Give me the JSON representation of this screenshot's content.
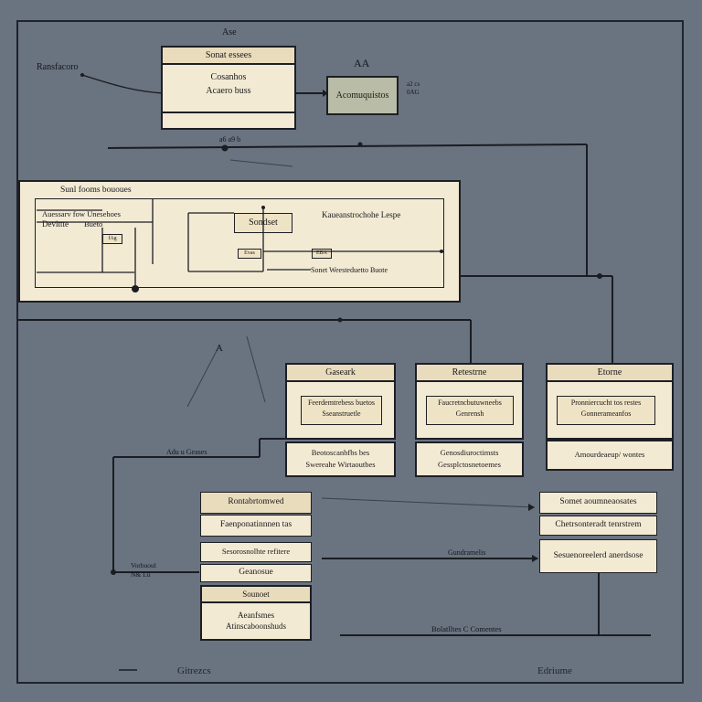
{
  "colors": {
    "background": "#6a7380",
    "box_fill": "#f3ead4",
    "box_head": "#e9dcbd",
    "line": "#1c1f24"
  },
  "labels": {
    "top_center": "Ase",
    "top_left": "Ransfacoro",
    "top_a": "AA",
    "side_small": "a2 cs\n0AG",
    "wire_label": "a6 a9 b",
    "mid_a": "A",
    "left_path": "Adu u Geases",
    "left_note": "Vorbuoul\nN& Lu",
    "mid_path": "Gundramelis",
    "bottom_path": "Bolatlltes C Comentes",
    "footer_left": "Gitrezcs",
    "footer_right": "Edriume"
  },
  "top_box": {
    "title": "Sonat essees",
    "line1": "Cosanhos",
    "line2": "Acaero buss"
  },
  "top_small_box": {
    "label": "Acomuquistos"
  },
  "wide_panel": {
    "title": "Sunl fooms bououes",
    "left_l1": "Auessarv fow Unesehoes",
    "left_l2": "Devittte",
    "left_l3": "Bueto",
    "inner_box": "Sondset",
    "right_label": "Kaueanstrochohe Lespe",
    "small_tag1": "fAg",
    "small_tag2": "EBA",
    "small_tag3": "Evas",
    "bottom_label": "Sonet Weesteduetto Buote"
  },
  "cards": [
    {
      "title": "Gaseark",
      "inner1": "Feerdemtrebess buetos",
      "inner2": "Sseanstruetle",
      "bottom1": "Beotoscanbfbs bes",
      "bottom2": "Swereahe Wirtaoutbes"
    },
    {
      "title": "Retestrne",
      "inner1": "Faucretncbutuwneebs",
      "inner2": "Genrensh",
      "bottom1": "Genosdiuroctimsts",
      "bottom2": "Gessplctosnetoemes"
    },
    {
      "title": "Etorne",
      "inner1": "Pronniercucht tos restes",
      "inner2": "Gonnerameanfos",
      "bottom1": "Amourdeaeup/ wontes",
      "bottom2": ""
    }
  ],
  "stack": {
    "head": "Rontabrtomwed",
    "row1": "Faenponatinnnen tas",
    "row2": "Sesorosnolhte refitere",
    "row3": "Geanosue",
    "row4": "Sounoet",
    "row5a": "Aeanfsmes",
    "row5b": "Atinscaboonshuds"
  },
  "right_stack": {
    "head": "Somet aoumneaosates",
    "row1": "Chetrsonteradt tenrstrem",
    "row2": "Sesuenoreelerd anerdsose"
  }
}
